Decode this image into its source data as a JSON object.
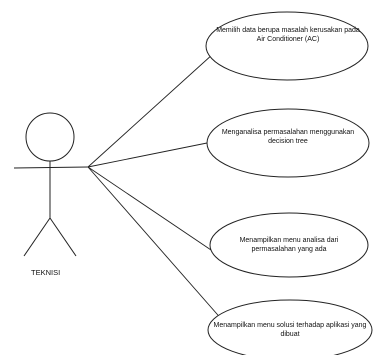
{
  "diagram": {
    "actor": {
      "label": "TEKNISI"
    },
    "use_cases": [
      {
        "label": "Memilih data berupa masalah kerusakan pada Air Conditioner (AC)"
      },
      {
        "label": "Menganalisa permasalahan menggunakan decision tree"
      },
      {
        "label": "Menampilkan menu analisa dari permasalahan yang ada"
      },
      {
        "label": "Menampilkan menu solusi terhadap aplikasi yang dibuat"
      }
    ]
  }
}
